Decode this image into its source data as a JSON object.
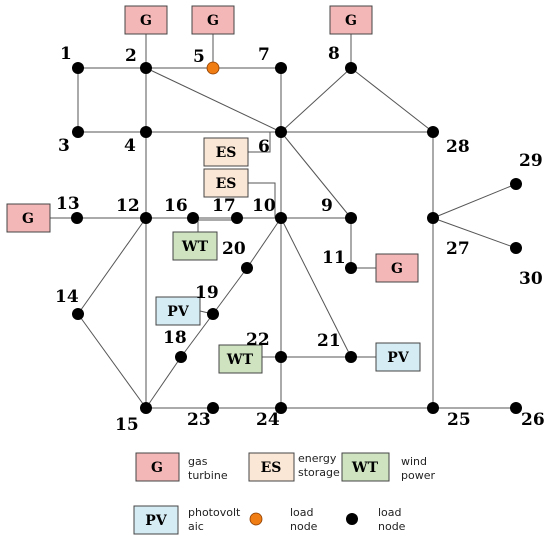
{
  "node_labels": {
    "n1": "1",
    "n2": "2",
    "n3": "3",
    "n4": "4",
    "n5": "5",
    "n6": "6",
    "n7": "7",
    "n8": "8",
    "n9": "9",
    "n10": "10",
    "n11": "11",
    "n12": "12",
    "n13": "13",
    "n14": "14",
    "n15": "15",
    "n16": "16",
    "n17": "17",
    "n18": "18",
    "n19": "19",
    "n20": "20",
    "n21": "21",
    "n22": "22",
    "n23": "23",
    "n24": "24",
    "n25": "25",
    "n26": "26",
    "n27": "27",
    "n28": "28",
    "n29": "29",
    "n30": "30"
  },
  "components": {
    "g_node2": "G",
    "g_node5": "G",
    "g_node8": "G",
    "g_node13": "G",
    "g_node11": "G",
    "es_node6": "ES",
    "es_node10": "ES",
    "wt_node17": "WT",
    "wt_node22": "WT",
    "pv_node19": "PV",
    "pv_node21": "PV"
  },
  "legend": {
    "gas": {
      "symbol": "G",
      "line1": "gas",
      "line2": "turbine"
    },
    "es": {
      "symbol": "ES",
      "line1": "energy",
      "line2": "storage"
    },
    "wt": {
      "symbol": "WT",
      "line1": "wind",
      "line2": "power"
    },
    "pv": {
      "symbol": "PV",
      "line1": "photovolt",
      "line2": "aic"
    },
    "load_orange": {
      "line1": "load",
      "line2": "node"
    },
    "load_black": {
      "line1": "load",
      "line2": "node"
    }
  },
  "colors": {
    "gas_fill": "#f4b7b7",
    "es_fill": "#fbe7d6",
    "wt_fill": "#cfe3c1",
    "pv_fill": "#d6ecf4",
    "orange_node": "#f07c14",
    "black_node": "#000000"
  }
}
